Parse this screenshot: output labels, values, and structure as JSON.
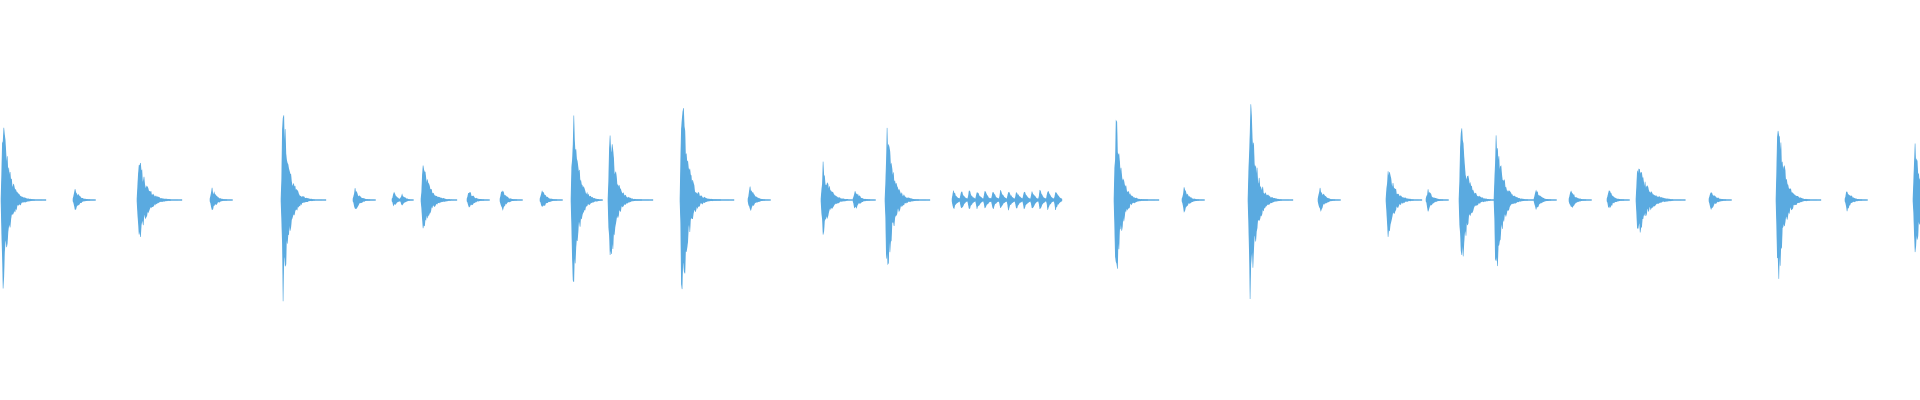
{
  "waveform": {
    "color": "#5aaae0",
    "background": "#ffffff",
    "hits": [
      {
        "amp": 0.95,
        "decay": 1.0,
        "len": 1.0
      },
      {
        "amp": 0.13,
        "decay": 0.7,
        "len": 0.5
      },
      {
        "amp": 0.47,
        "decay": 1.2,
        "len": 1.0
      },
      {
        "amp": 0.13,
        "decay": 0.7,
        "len": 0.5
      },
      {
        "amp": 1.06,
        "decay": 1.0,
        "len": 1.0
      },
      {
        "amp": 0.13,
        "decay": 0.7,
        "len": 0.5
      },
      {
        "amp": 0.08,
        "decay": 0.5,
        "len": 0.3
      },
      {
        "amp": 0.07,
        "decay": 0.5,
        "len": 0.3
      },
      {
        "amp": 0.4,
        "decay": 1.1,
        "len": 0.8
      },
      {
        "amp": 0.12,
        "decay": 0.7,
        "len": 0.5
      },
      {
        "amp": 0.12,
        "decay": 0.7,
        "len": 0.5
      },
      {
        "amp": 0.11,
        "decay": 0.7,
        "len": 0.5
      },
      {
        "amp": 1.02,
        "decay": 0.9,
        "len": 0.7
      },
      {
        "amp": 0.86,
        "decay": 0.9,
        "len": 1.0
      },
      {
        "amp": 1.22,
        "decay": 1.0,
        "len": 1.2
      },
      {
        "amp": 0.15,
        "decay": 0.7,
        "len": 0.5
      },
      {
        "amp": 0.4,
        "decay": 1.0,
        "len": 0.7
      },
      {
        "amp": 0.12,
        "decay": 0.7,
        "len": 0.5
      },
      {
        "amp": 0.85,
        "decay": 1.0,
        "len": 1.0
      },
      {
        "amp": 0.93,
        "decay": 0.9,
        "len": 1.0
      },
      {
        "amp": 0.14,
        "decay": 0.7,
        "len": 0.5
      },
      {
        "amp": 1.1,
        "decay": 1.0,
        "len": 1.0
      },
      {
        "amp": 0.14,
        "decay": 0.7,
        "len": 0.5
      },
      {
        "amp": 0.4,
        "decay": 1.0,
        "len": 0.8
      },
      {
        "amp": 0.12,
        "decay": 0.7,
        "len": 0.5
      },
      {
        "amp": 0.83,
        "decay": 1.0,
        "len": 0.9
      },
      {
        "amp": 0.85,
        "decay": 1.0,
        "len": 1.0
      },
      {
        "amp": 0.12,
        "decay": 0.7,
        "len": 0.5
      },
      {
        "amp": 0.11,
        "decay": 0.7,
        "len": 0.5
      },
      {
        "amp": 0.11,
        "decay": 0.7,
        "len": 0.5
      },
      {
        "amp": 0.43,
        "decay": 1.4,
        "len": 1.1
      },
      {
        "amp": 0.12,
        "decay": 0.7,
        "len": 0.5
      },
      {
        "amp": 1.0,
        "decay": 1.0,
        "len": 1.0
      },
      {
        "amp": 0.12,
        "decay": 0.7,
        "len": 0.5
      },
      {
        "amp": 0.6,
        "decay": 1.0,
        "len": 1.0
      }
    ],
    "tremolo": {
      "pulses": 14,
      "amp": 0.11
    }
  }
}
